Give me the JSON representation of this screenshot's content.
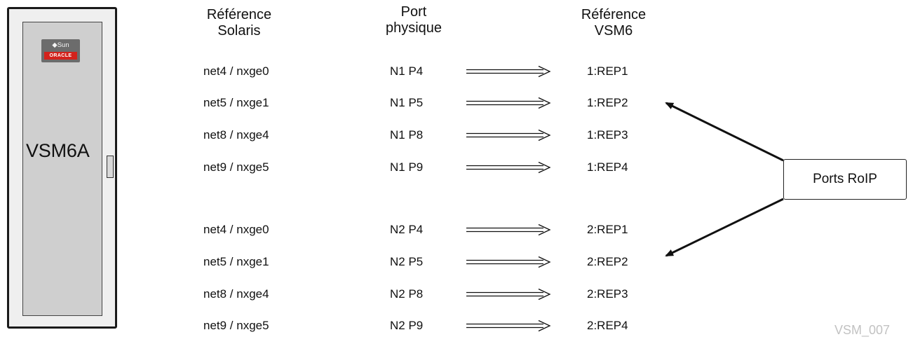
{
  "cabinet": {
    "label": "VSM6A",
    "logo": {
      "brand_top": "◆Sun",
      "brand_bottom": "ORACLE",
      "brand_bottom_color": "#d3221c"
    }
  },
  "headers": {
    "solaris": [
      "Référence",
      "Solaris"
    ],
    "physical_port": [
      "Port",
      "physique"
    ],
    "vsm6": [
      "Référence",
      "VSM6"
    ]
  },
  "rows": [
    {
      "solaris": "net4 / nxge0",
      "port": "N1 P4",
      "vsm": "1:REP1"
    },
    {
      "solaris": "net5 / nxge1",
      "port": "N1 P5",
      "vsm": "1:REP2"
    },
    {
      "solaris": "net8 / nxge4",
      "port": "N1 P8",
      "vsm": "1:REP3"
    },
    {
      "solaris": "net9 / nxge5",
      "port": "N1 P9",
      "vsm": "1:REP4"
    },
    {
      "solaris": "net4 / nxge0",
      "port": "N2 P4",
      "vsm": "2:REP1"
    },
    {
      "solaris": "net5 / nxge1",
      "port": "N2 P5",
      "vsm": "2:REP2"
    },
    {
      "solaris": "net8 / nxge4",
      "port": "N2 P8",
      "vsm": "2:REP3"
    },
    {
      "solaris": "net9 / nxge5",
      "port": "N2 P9",
      "vsm": "2:REP4"
    }
  ],
  "callout": {
    "label": "Ports RoIP",
    "points_to": [
      "1:REP2",
      "2:REP2"
    ]
  },
  "figure_id": "VSM_007"
}
